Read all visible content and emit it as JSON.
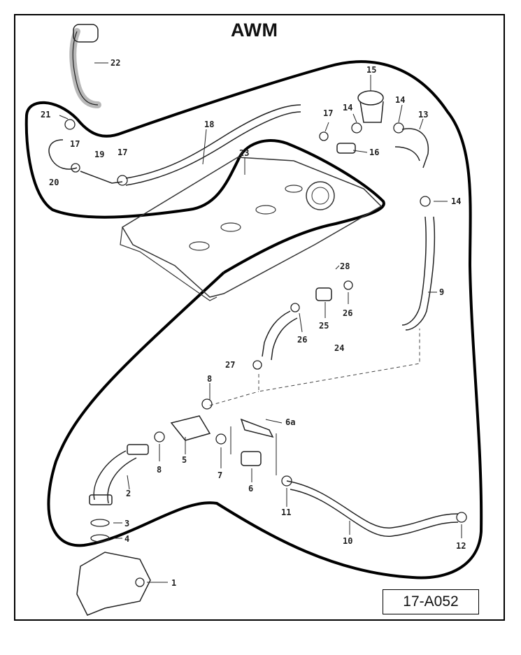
{
  "title": "AWM",
  "figure_id": "17-A052",
  "callouts": [
    {
      "id": "c1",
      "text": "1"
    },
    {
      "id": "c2",
      "text": "2"
    },
    {
      "id": "c3",
      "text": "3"
    },
    {
      "id": "c4",
      "text": "4"
    },
    {
      "id": "c5",
      "text": "5"
    },
    {
      "id": "c6",
      "text": "6"
    },
    {
      "id": "c6a",
      "text": "6a"
    },
    {
      "id": "c7",
      "text": "7"
    },
    {
      "id": "c8a",
      "text": "8"
    },
    {
      "id": "c8b",
      "text": "8"
    },
    {
      "id": "c9",
      "text": "9"
    },
    {
      "id": "c10",
      "text": "10"
    },
    {
      "id": "c11",
      "text": "11"
    },
    {
      "id": "c12",
      "text": "12"
    },
    {
      "id": "c13",
      "text": "13"
    },
    {
      "id": "c14a",
      "text": "14"
    },
    {
      "id": "c14b",
      "text": "14"
    },
    {
      "id": "c14c",
      "text": "14"
    },
    {
      "id": "c15",
      "text": "15"
    },
    {
      "id": "c16",
      "text": "16"
    },
    {
      "id": "c17a",
      "text": "17"
    },
    {
      "id": "c17b",
      "text": "17"
    },
    {
      "id": "c17c",
      "text": "17"
    },
    {
      "id": "c18",
      "text": "18"
    },
    {
      "id": "c19",
      "text": "19"
    },
    {
      "id": "c20",
      "text": "20"
    },
    {
      "id": "c21",
      "text": "21"
    },
    {
      "id": "c22",
      "text": "22"
    },
    {
      "id": "c23",
      "text": "23"
    },
    {
      "id": "c24",
      "text": "24"
    },
    {
      "id": "c25",
      "text": "25"
    },
    {
      "id": "c26a",
      "text": "26"
    },
    {
      "id": "c26b",
      "text": "26"
    },
    {
      "id": "c27",
      "text": "27"
    },
    {
      "id": "c28",
      "text": "28"
    }
  ]
}
